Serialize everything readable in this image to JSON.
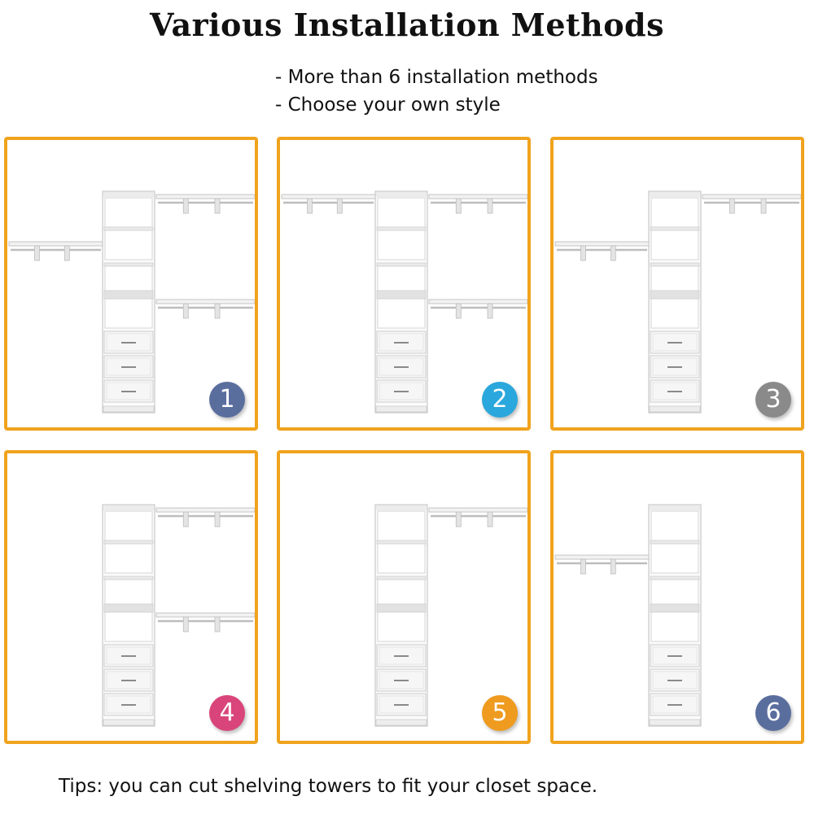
{
  "title": "Various Installation Methods",
  "bullets": [
    "- More than 6 installation methods",
    "- Choose your own style"
  ],
  "panels": [
    {
      "number": "1",
      "badge_color": "#5a6e9e"
    },
    {
      "number": "2",
      "badge_color": "#2aa7dc"
    },
    {
      "number": "3",
      "badge_color": "#8a8a8a"
    },
    {
      "number": "4",
      "badge_color": "#d9457a"
    },
    {
      "number": "5",
      "badge_color": "#ef9b1f"
    },
    {
      "number": "6",
      "badge_color": "#5a6e9e"
    }
  ],
  "tips": "Tips: you can cut shelving towers to fit your closet space.",
  "colors": {
    "accent_border": "#f0a31e"
  }
}
